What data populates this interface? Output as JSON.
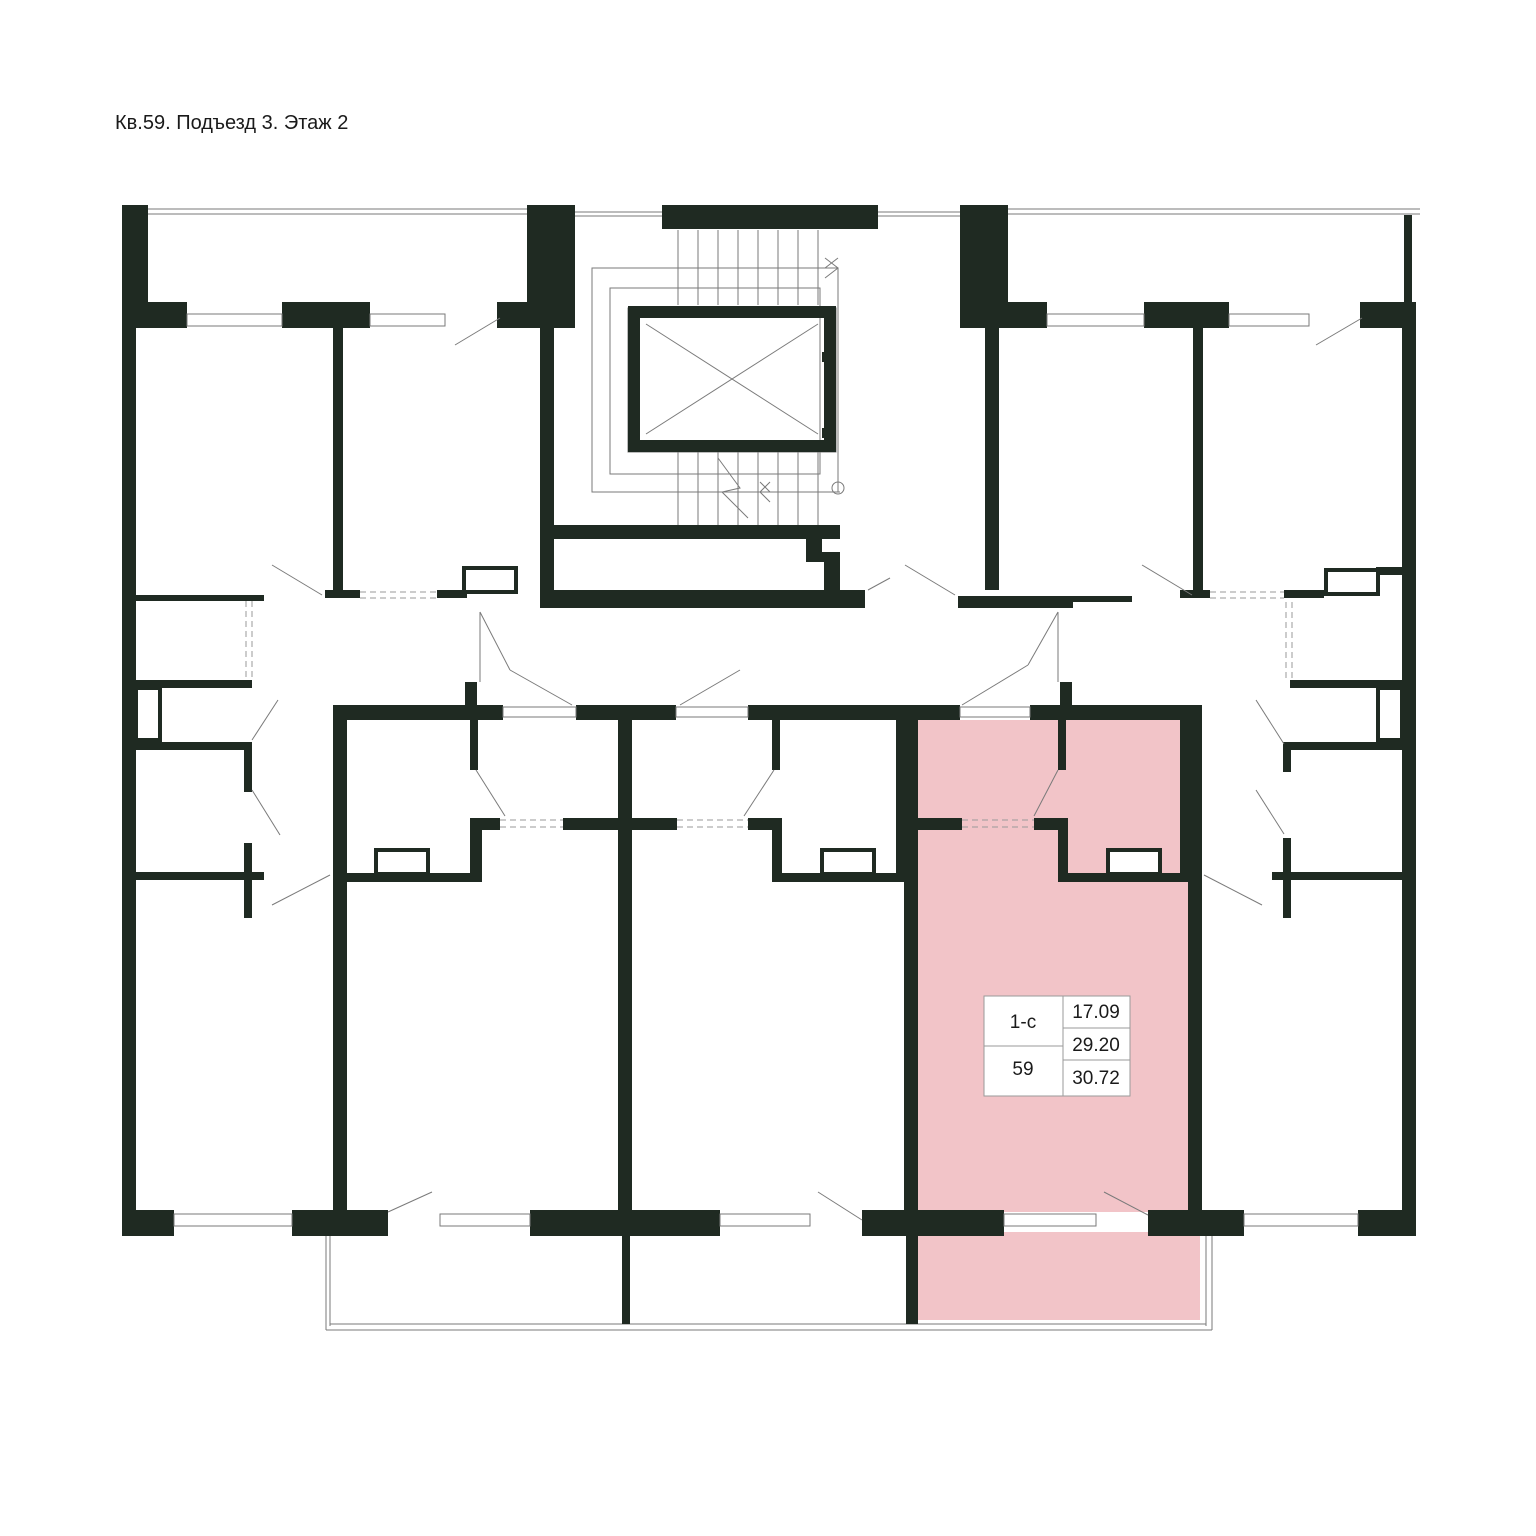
{
  "page": {
    "title": "Кв.59. Подъезд 3. Этаж 2"
  },
  "colors": {
    "wall": "#1f2a22",
    "highlight": "#f2c4c8",
    "line": "#7a7a7a",
    "window": "#ffffff"
  },
  "apartment_label": {
    "type": "1-с",
    "number": "59",
    "living_area": "17.09",
    "total_area": "29.20",
    "total_area_with_balcony": "30.72"
  },
  "highlighted_unit": "59"
}
